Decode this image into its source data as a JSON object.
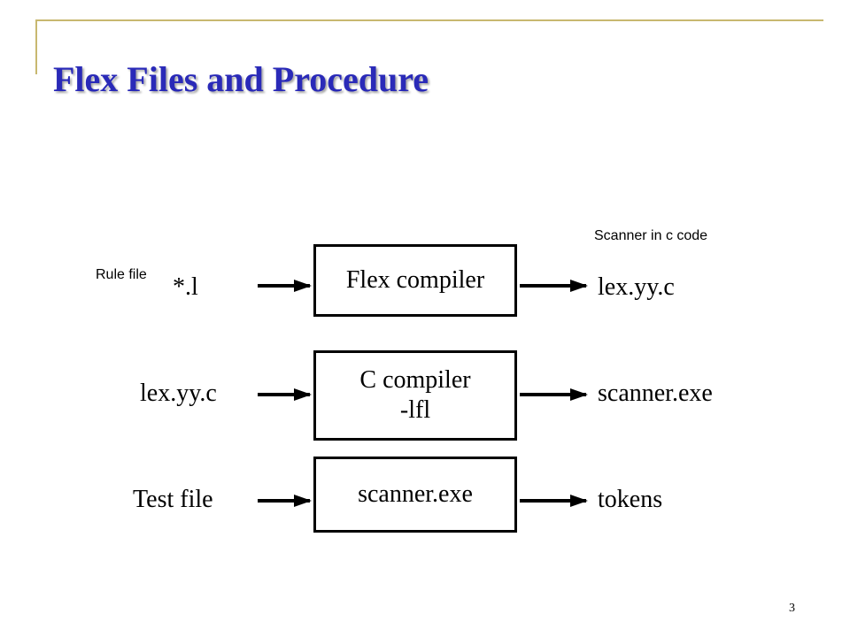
{
  "slide": {
    "title": "Flex Files and Procedure",
    "page_number": "3",
    "accent_color": "#c8b870",
    "title_color": "#2a2ab8"
  },
  "diagram": {
    "annotations": {
      "rule_file": "Rule file",
      "scanner_in_c": "Scanner in c code"
    },
    "rows": [
      {
        "input": "*.l",
        "process": [
          "Flex compiler"
        ],
        "output": "lex.yy.c"
      },
      {
        "input": "lex.yy.c",
        "process": [
          "C compiler",
          "-lfl"
        ],
        "output": "scanner.exe"
      },
      {
        "input": "Test file",
        "process": [
          "scanner.exe"
        ],
        "output": "tokens"
      }
    ]
  }
}
